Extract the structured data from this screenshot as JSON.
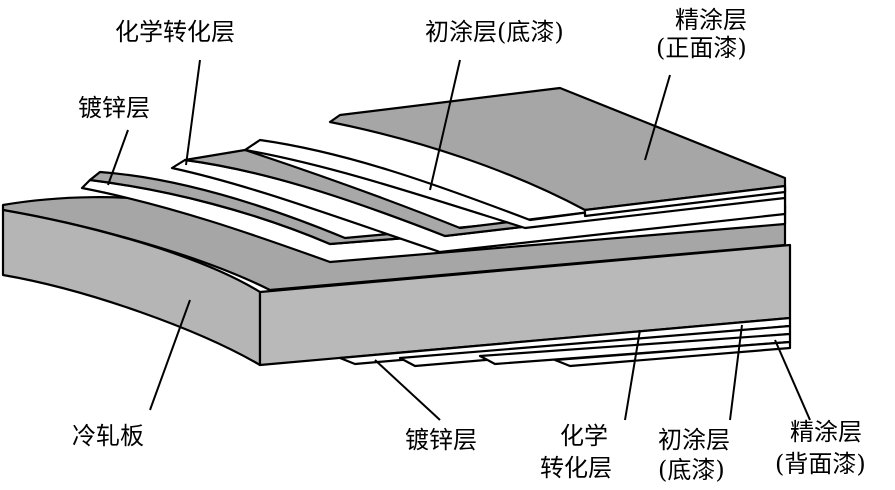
{
  "labels": {
    "top_conversion": "化学转化层",
    "top_primer": "初涂层(底漆)",
    "top_finish_1": "精涂层",
    "top_finish_2": "(正面漆)",
    "top_galvanized": "镀锌层",
    "cold_rolled": "冷轧板",
    "bottom_galvanized": "镀锌层",
    "bottom_conversion_1": "化学",
    "bottom_conversion_2": "转化层",
    "bottom_primer_1": "初涂层",
    "bottom_primer_2": "(底漆)",
    "bottom_finish_1": "精涂层",
    "bottom_finish_2": "(背面漆)"
  },
  "colors": {
    "substrate_top": "#a6a6a6",
    "substrate_front": "#b8b8b8",
    "layer_gray": "#a8a8a8",
    "layer_white": "#ffffff",
    "outline": "#000000"
  }
}
